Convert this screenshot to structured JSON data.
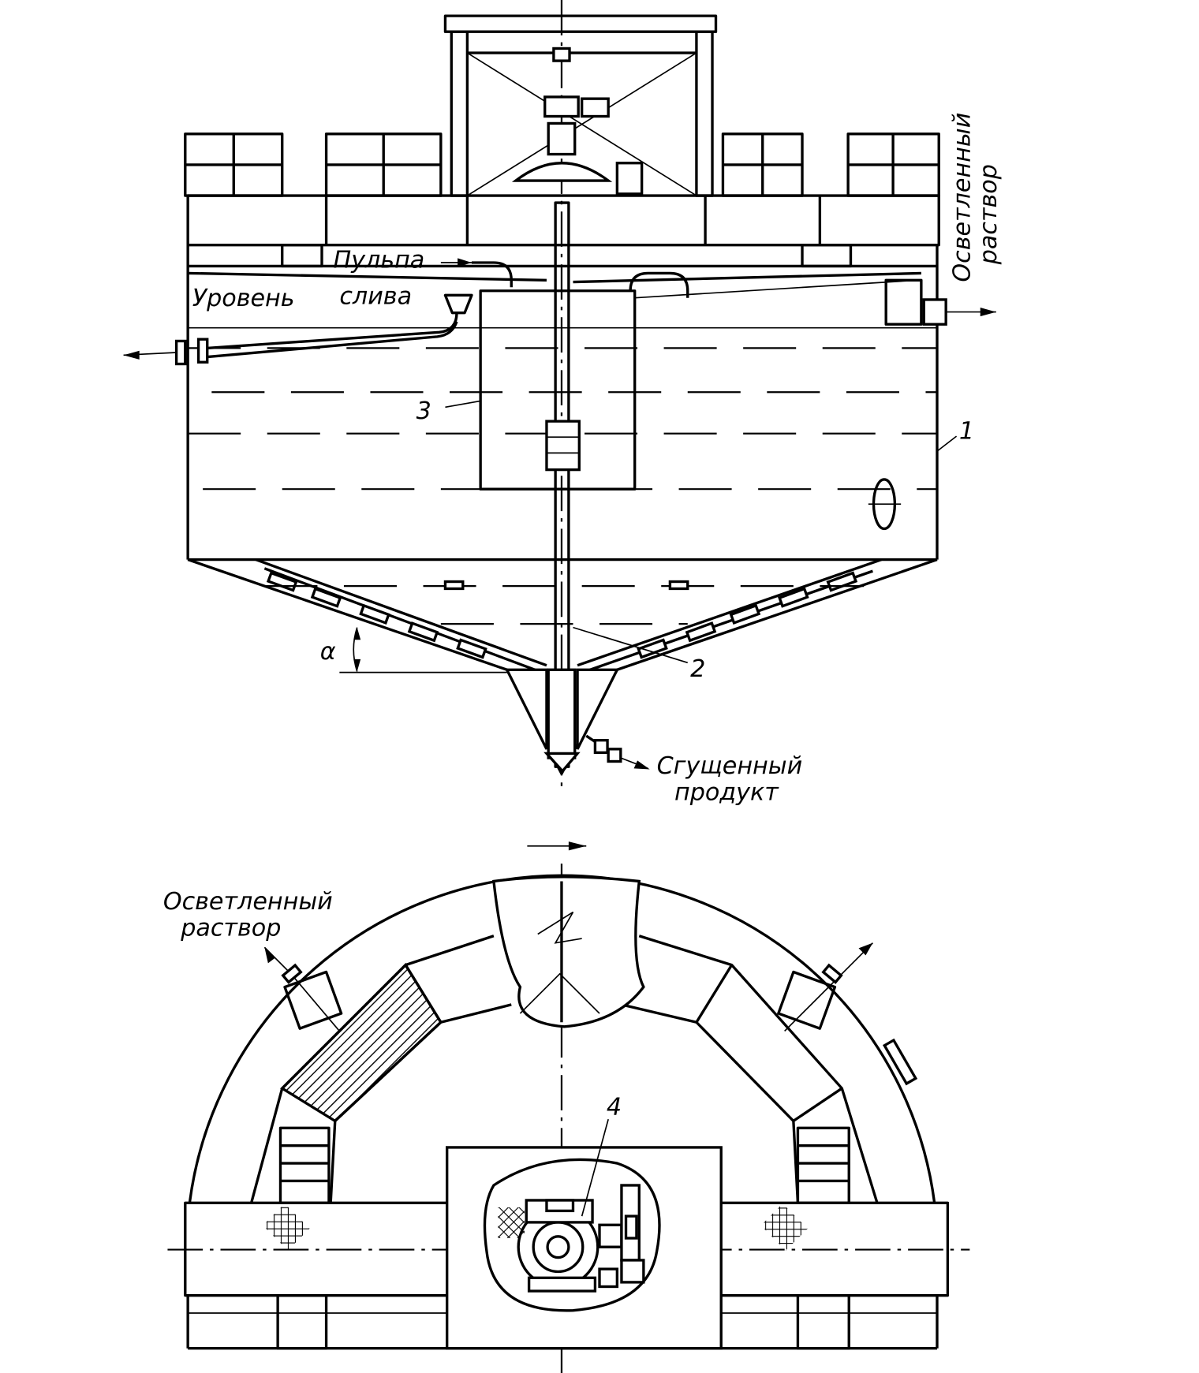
{
  "labels": {
    "pulp": "Пульпа",
    "level": "Уровень",
    "overflow": "слива",
    "clarified_top_1": "Осветленный",
    "clarified_top_2": "раствор",
    "thickened_1": "Сгущенный",
    "thickened_2": "продукт",
    "clarified_bottom_1": "Осветленный",
    "clarified_bottom_2": "раствор",
    "alpha": "α",
    "n1": "1",
    "n2": "2",
    "n3": "3",
    "n4": "4"
  }
}
